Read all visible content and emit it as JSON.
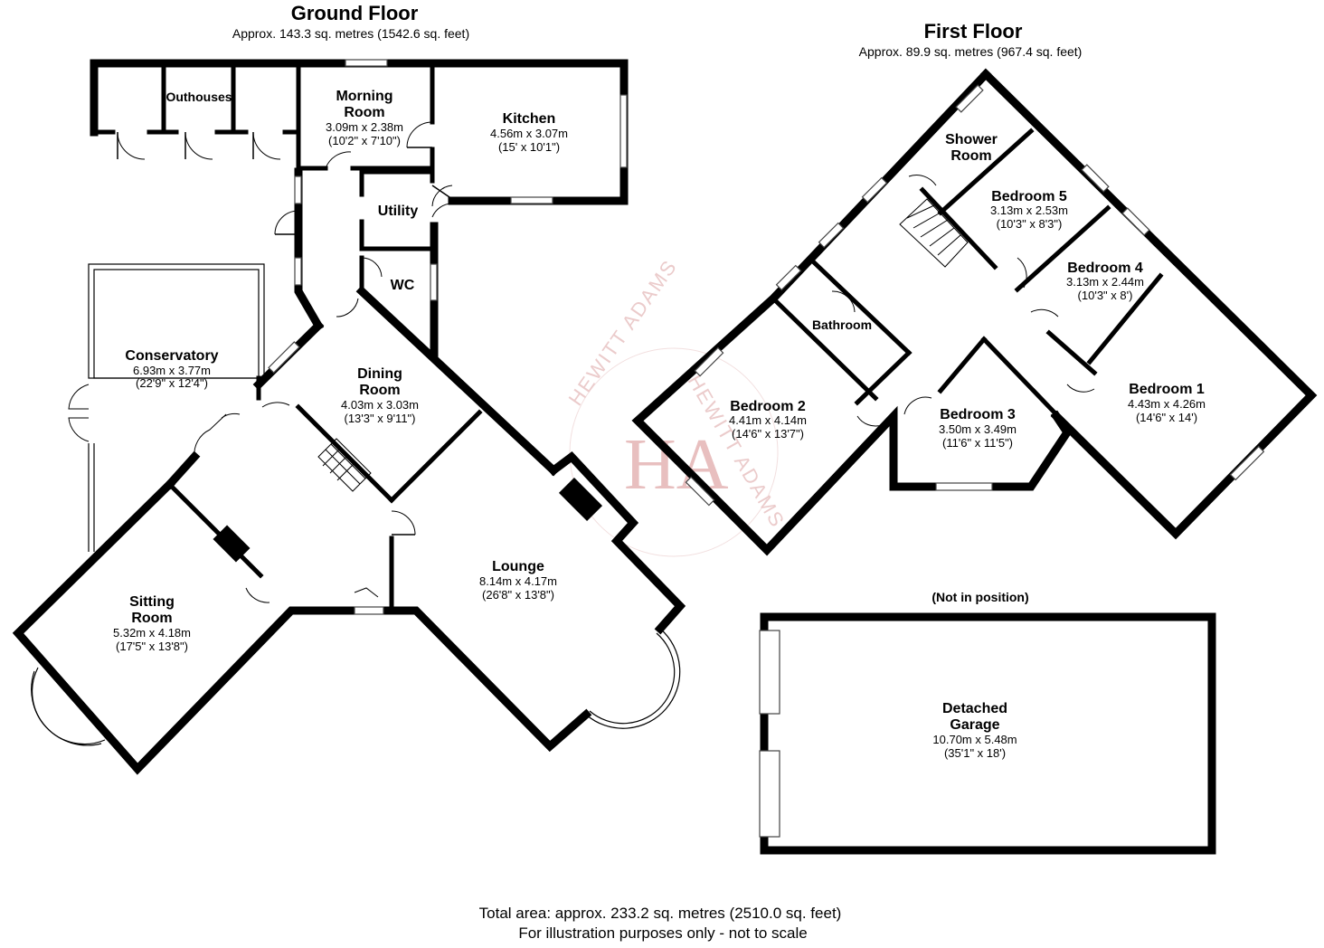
{
  "ground_floor": {
    "title": "Ground Floor",
    "area": "Approx. 143.3 sq. metres (1542.6 sq. feet)",
    "rooms": [
      {
        "id": "outhouses",
        "name": "Outhouses",
        "dims_m": "",
        "dims_ft": ""
      },
      {
        "id": "morning-room",
        "name_line1": "Morning",
        "name_line2": "Room",
        "dims_m": "3.09m x 2.38m",
        "dims_ft": "(10'2\" x 7'10\")"
      },
      {
        "id": "kitchen",
        "name": "Kitchen",
        "dims_m": "4.56m x 3.07m",
        "dims_ft": "(15' x 10'1\")"
      },
      {
        "id": "utility",
        "name": "Utility",
        "dims_m": "",
        "dims_ft": ""
      },
      {
        "id": "wc",
        "name": "WC",
        "dims_m": "",
        "dims_ft": ""
      },
      {
        "id": "conservatory",
        "name": "Conservatory",
        "dims_m": "6.93m x 3.77m",
        "dims_ft": "(22'9\" x 12'4\")"
      },
      {
        "id": "dining-room",
        "name_line1": "Dining",
        "name_line2": "Room",
        "dims_m": "4.03m x 3.03m",
        "dims_ft": "(13'3\" x 9'11\")"
      },
      {
        "id": "lounge",
        "name": "Lounge",
        "dims_m": "8.14m x 4.17m",
        "dims_ft": "(26'8\" x 13'8\")"
      },
      {
        "id": "sitting-room",
        "name_line1": "Sitting",
        "name_line2": "Room",
        "dims_m": "5.32m x 4.18m",
        "dims_ft": "(17'5\" x 13'8\")"
      }
    ]
  },
  "first_floor": {
    "title": "First Floor",
    "area": "Approx. 89.9 sq. metres (967.4 sq. feet)",
    "rooms": [
      {
        "id": "shower-room",
        "name_line1": "Shower",
        "name_line2": "Room",
        "dims_m": "",
        "dims_ft": ""
      },
      {
        "id": "bedroom-5",
        "name": "Bedroom 5",
        "dims_m": "3.13m x 2.53m",
        "dims_ft": "(10'3\" x 8'3\")"
      },
      {
        "id": "bedroom-4",
        "name": "Bedroom 4",
        "dims_m": "3.13m x 2.44m",
        "dims_ft": "(10'3\" x 8')"
      },
      {
        "id": "bathroom",
        "name": "Bathroom",
        "dims_m": "",
        "dims_ft": ""
      },
      {
        "id": "bedroom-2",
        "name": "Bedroom 2",
        "dims_m": "4.41m x 4.14m",
        "dims_ft": "(14'6\" x 13'7\")"
      },
      {
        "id": "bedroom-3",
        "name": "Bedroom 3",
        "dims_m": "3.50m x 3.49m",
        "dims_ft": "(11'6\" x 11'5\")"
      },
      {
        "id": "bedroom-1",
        "name": "Bedroom 1",
        "dims_m": "4.43m x 4.26m",
        "dims_ft": "(14'6\" x 14')"
      }
    ]
  },
  "garage": {
    "note": "(Not in position)",
    "name_line1": "Detached",
    "name_line2": "Garage",
    "dims_m": "10.70m x 5.48m",
    "dims_ft": "(35'1\" x 18')"
  },
  "watermark": {
    "brand_top": "HEWITT ADAMS",
    "brand_bottom": "HEWITT ADAMS",
    "logo": "HA",
    "color": "#e6b9b9"
  },
  "footer": {
    "total_area": "Total area: approx. 233.2 sq. metres (2510.0 sq. feet)",
    "disclaimer": "For illustration purposes only - not to scale"
  }
}
